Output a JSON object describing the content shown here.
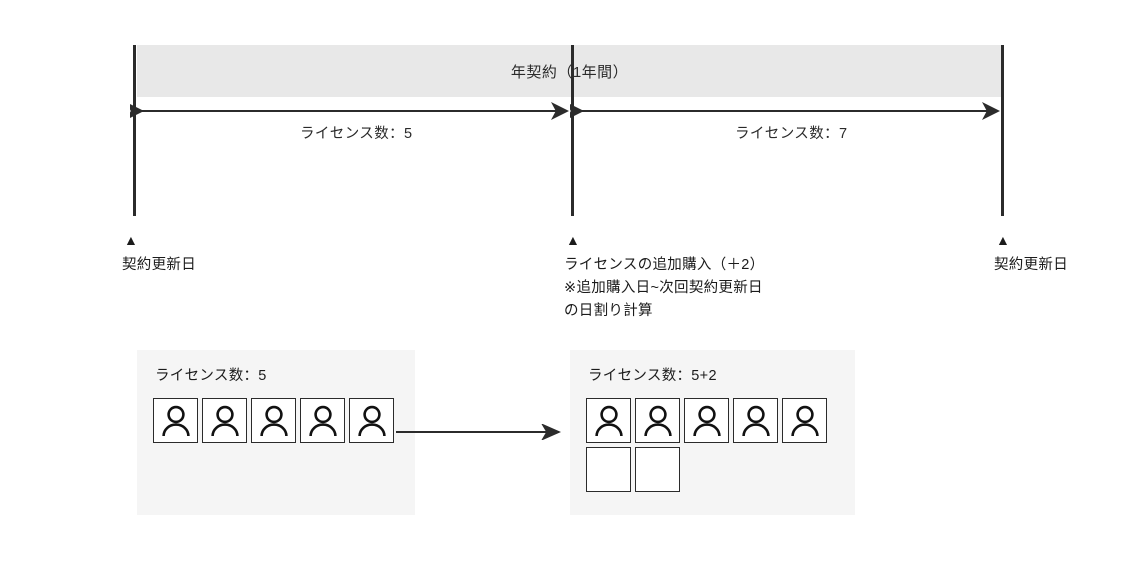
{
  "diagram": {
    "title_band": {
      "label": "年契約（1年間）",
      "band_color": "#e8e8e8"
    },
    "segments": [
      {
        "name": "first-period",
        "label": "ライセンス数：5"
      },
      {
        "name": "second-period",
        "label": "ライセンス数：7"
      }
    ],
    "markers": [
      {
        "name": "contract-renewal-start",
        "glyph": "▲",
        "lines": [
          "契約更新日"
        ]
      },
      {
        "name": "license-addition",
        "glyph": "▲",
        "lines": [
          "ライセンスの追加購入（＋2）",
          "※追加購入日~次回契約更新日",
          "の日割り計算"
        ]
      },
      {
        "name": "contract-renewal-end",
        "glyph": "▲",
        "lines": [
          "契約更新日"
        ]
      }
    ],
    "panels": [
      {
        "name": "before-panel",
        "label": "ライセンス数：5",
        "filled_seats": 5,
        "empty_seats": 0,
        "background": "#f5f5f5"
      },
      {
        "name": "after-panel",
        "label": "ライセンス数：5+2",
        "filled_seats": 5,
        "empty_seats": 2,
        "background": "#f5f5f5"
      }
    ],
    "flow_arrow": {
      "name": "transition-arrow",
      "direction": "right"
    },
    "colors": {
      "line": "#2b2b2b",
      "text": "#1b1b1b",
      "band": "#e8e8e8",
      "panel": "#f5f5f5"
    }
  }
}
